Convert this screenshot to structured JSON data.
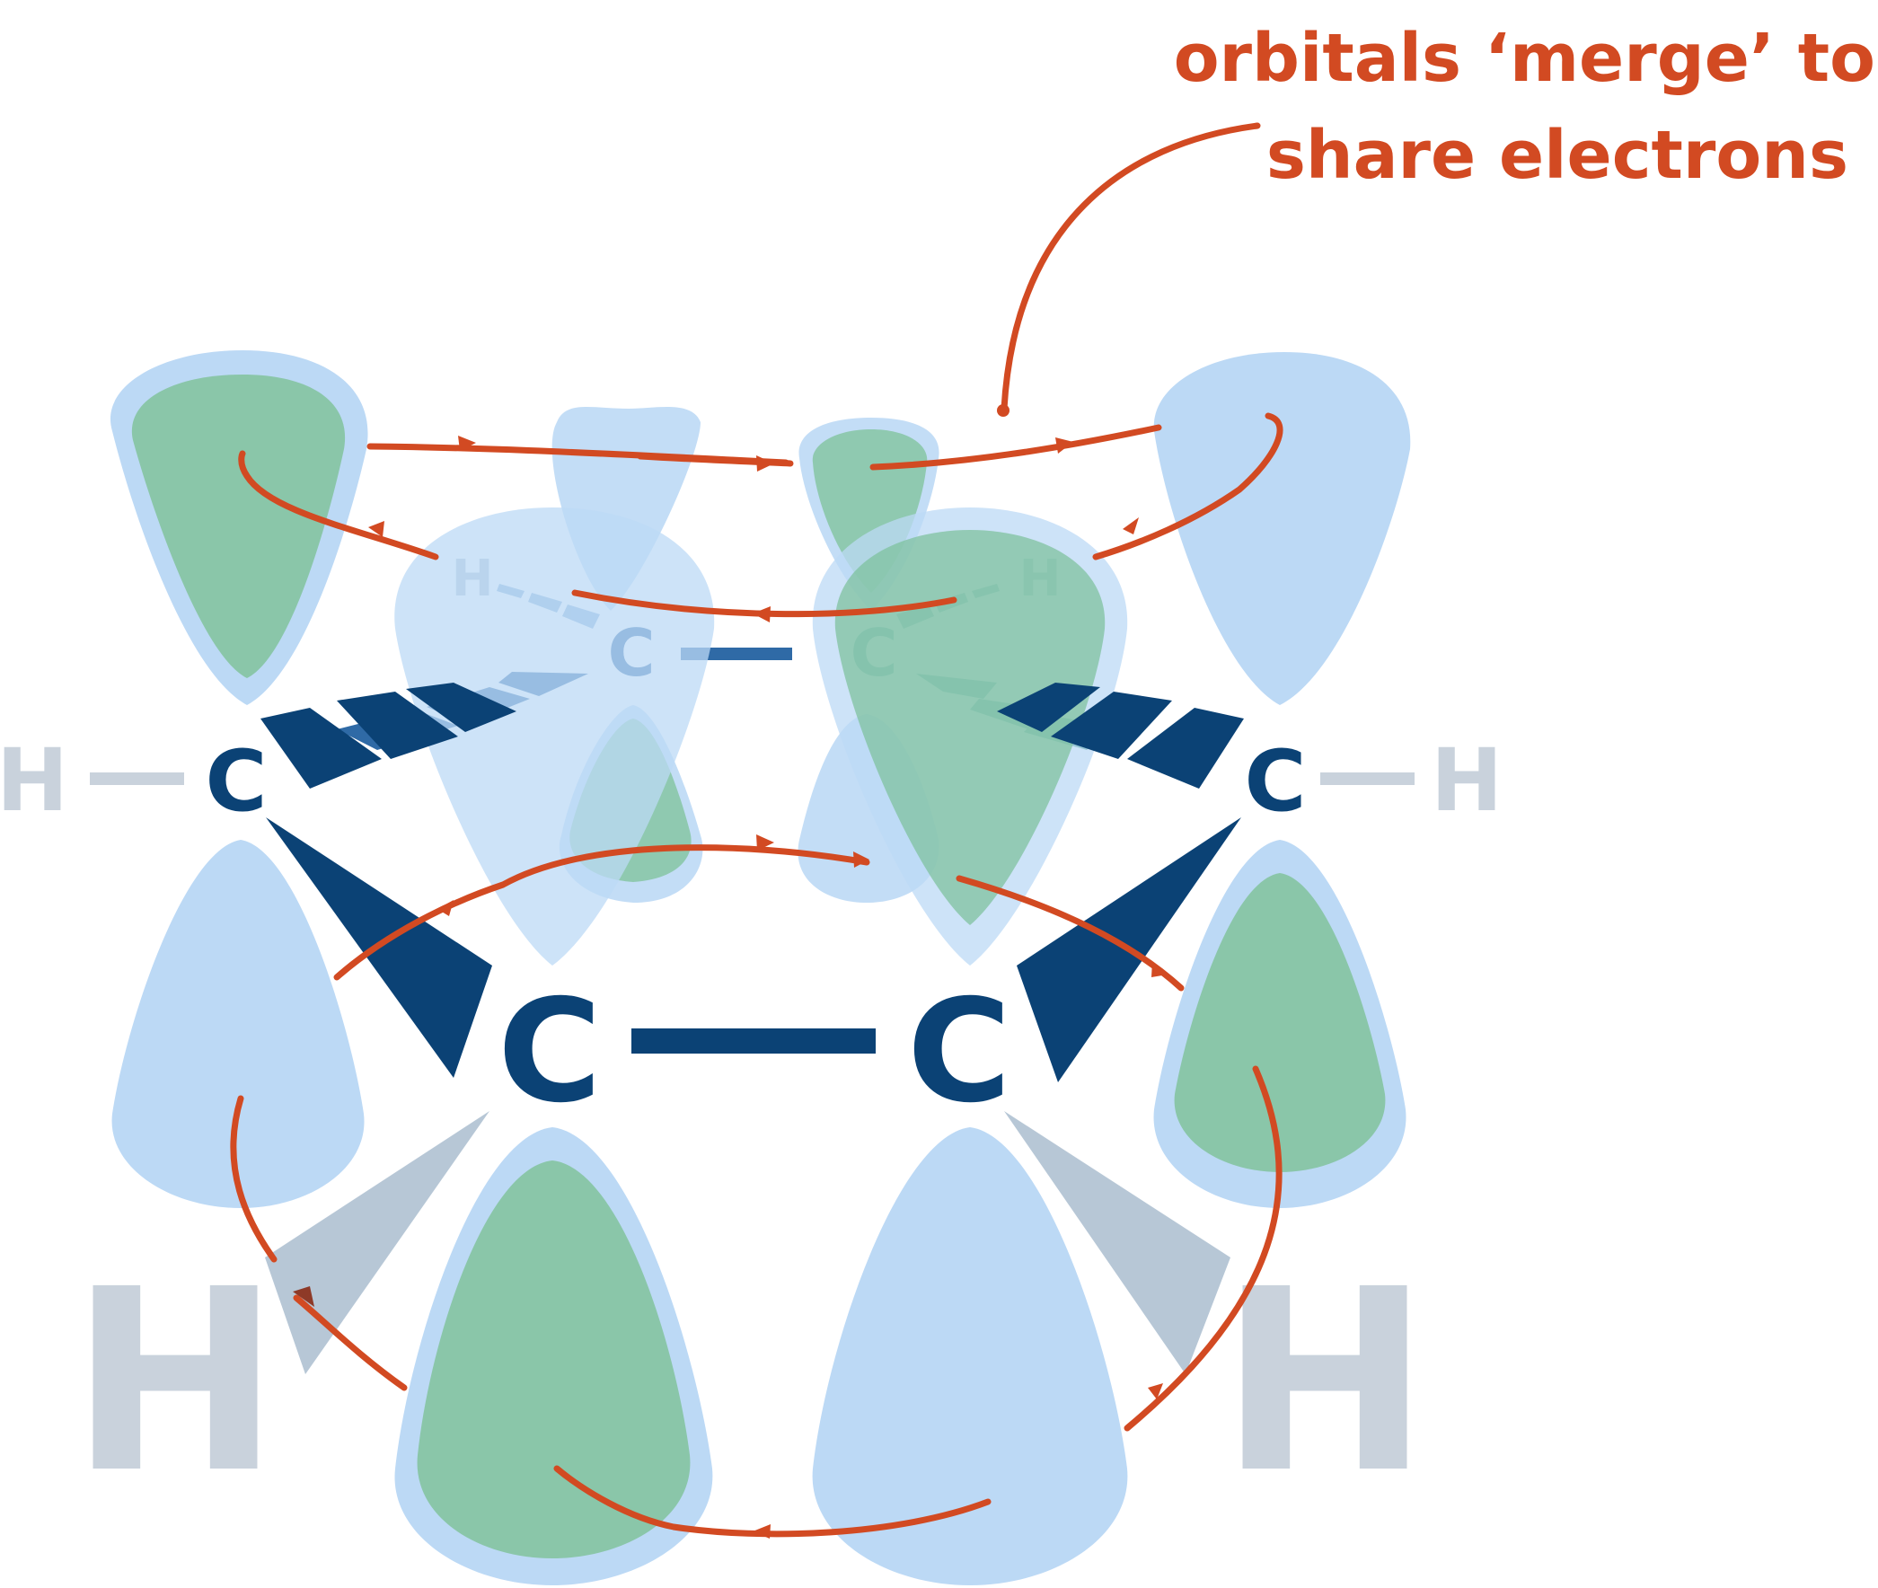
{
  "annotation": {
    "line1": "orbitals ‘merge’ to",
    "line2": "share electrons"
  },
  "atoms": {
    "carbon": "C",
    "hydrogen": "H"
  },
  "colors": {
    "orbital_blue": "#bcd9f5",
    "orbital_blue_overlap": "#91c3f0",
    "orbital_green": "#8ac6a9",
    "bond_navy": "#0b4275",
    "bond_mid_blue": "#2f6aa6",
    "bond_teal": "#2a8a73",
    "hydrogen_grey": "#c9d2dc",
    "hydrogen_wedge_grey": "#b7c7d6",
    "annotation_red": "#d24a22",
    "arrow_brown": "#8e3a28"
  }
}
